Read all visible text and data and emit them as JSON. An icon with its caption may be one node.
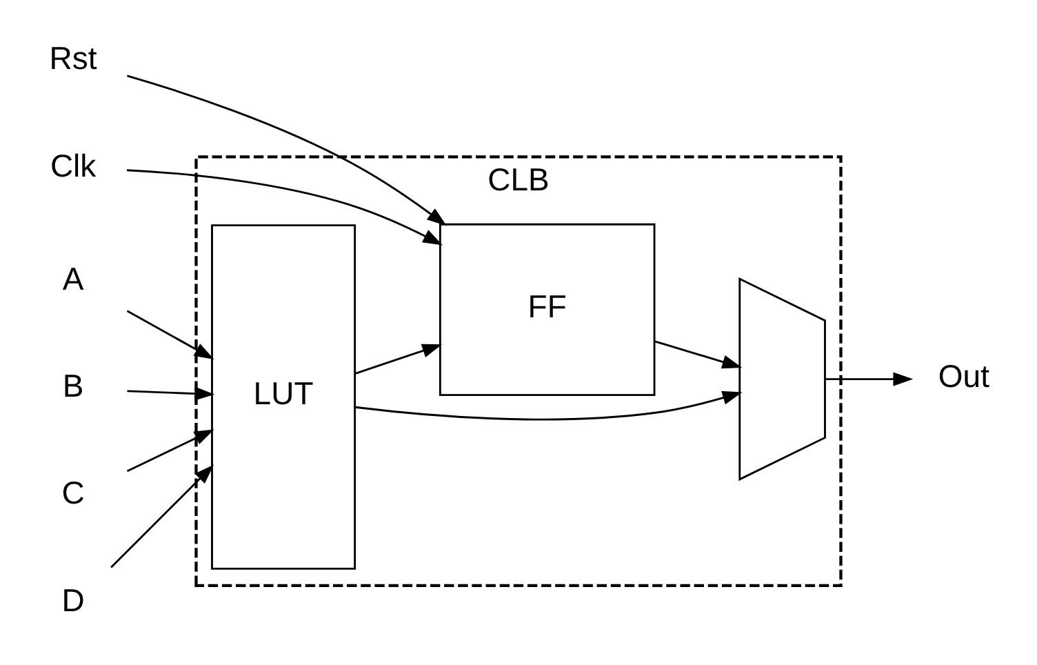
{
  "diagram": {
    "nodes": [
      {
        "text": [
          "CLB"
        ]
      },
      {
        "text": [
          "LUT"
        ],
        "in": 0
      },
      {
        "text": [
          "FF"
        ],
        "in": 0
      },
      {
        "text": [],
        "shape": "trapezium",
        "in": 0
      },
      {
        "text": [
          "A"
        ]
      },
      {
        "text": [
          "B"
        ]
      },
      {
        "text": [
          "C"
        ]
      },
      {
        "text": [
          "D"
        ]
      },
      {
        "text": [
          "Rst"
        ]
      },
      {
        "text": [
          "Clk"
        ]
      },
      {
        "text": [
          "Out"
        ]
      }
    ],
    "edges": [
      {
        "from": 4,
        "to": 1,
        "arrow": "to"
      },
      {
        "from": 5,
        "to": 1,
        "arrow": "to"
      },
      {
        "from": 6,
        "to": 1,
        "arrow": "to"
      },
      {
        "from": 7,
        "to": 1,
        "arrow": "to"
      },
      {
        "from": 1,
        "to": 2,
        "arrow": "to"
      },
      {
        "from": 1,
        "to": 3,
        "arrow": "to"
      },
      {
        "from": 2,
        "to": 3,
        "arrow": "to"
      },
      {
        "from": 3,
        "to": 10,
        "arrow": "to"
      },
      {
        "from": 8,
        "to": 2,
        "arrow": "to"
      },
      {
        "from": 9,
        "to": 2,
        "arrow": "to"
      }
    ]
  }
}
